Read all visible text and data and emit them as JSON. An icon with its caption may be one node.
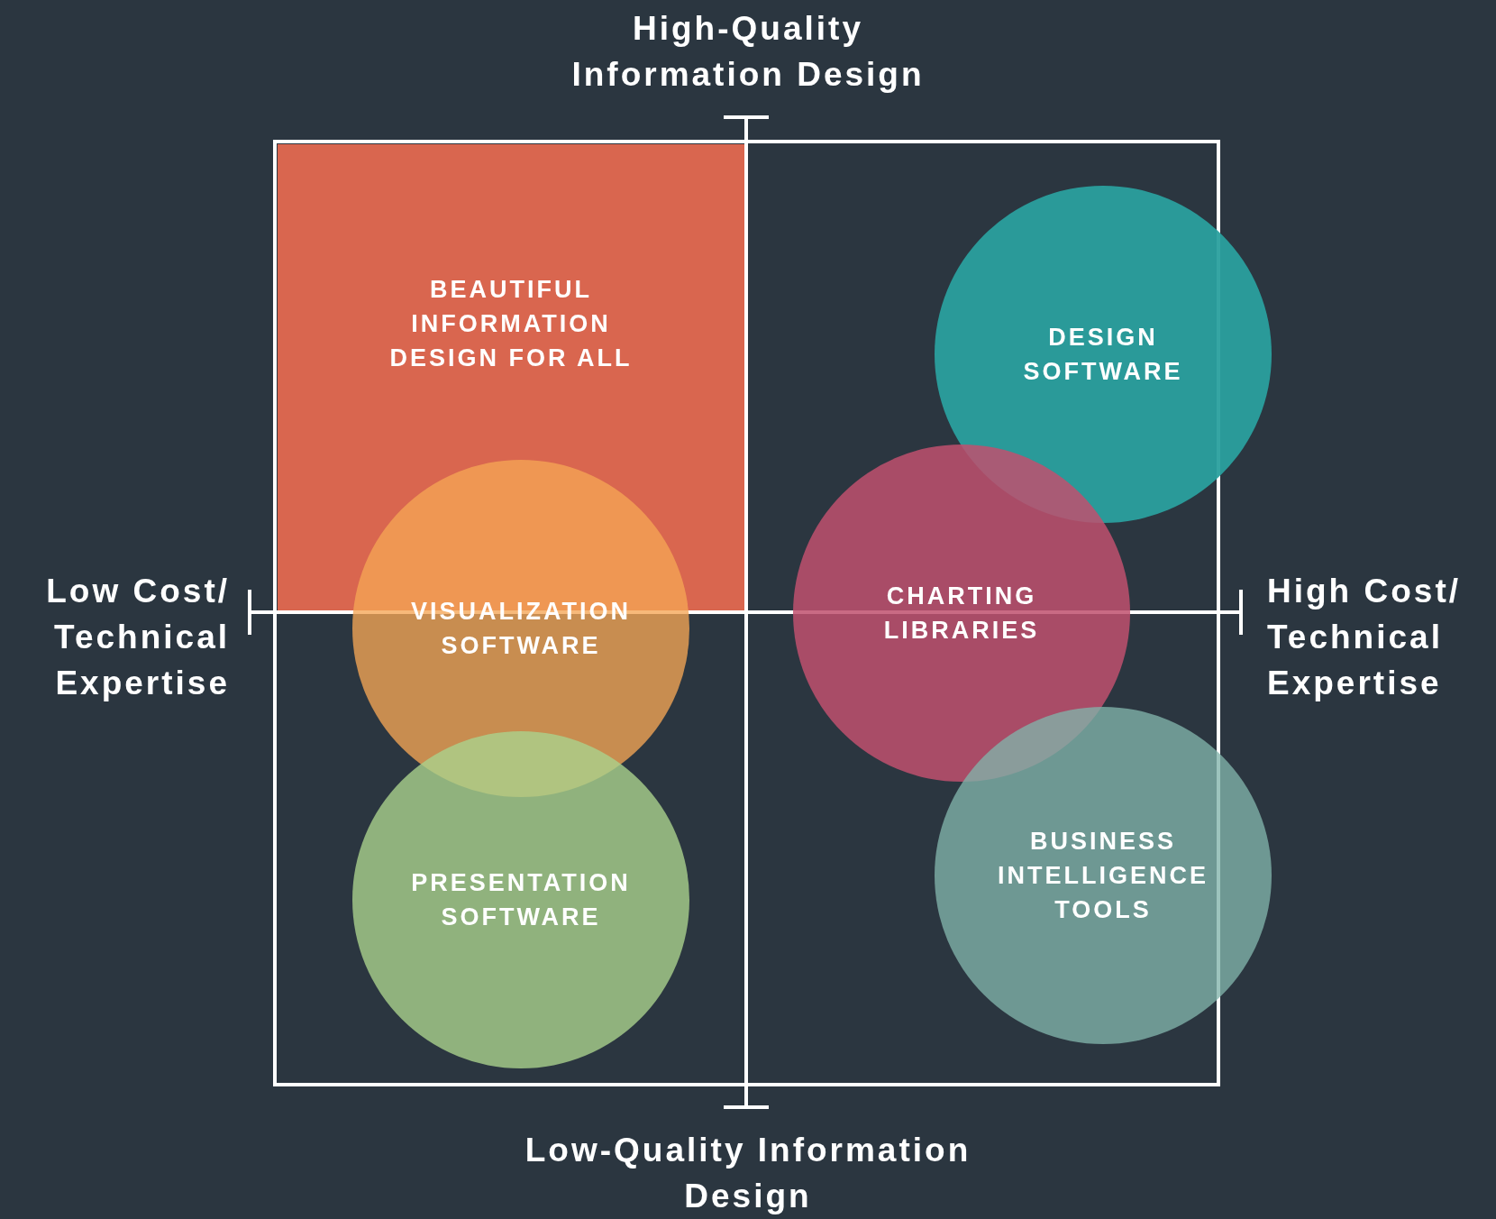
{
  "diagram": {
    "nodes": [
      {
        "text": [
          "BEAUTIFUL INFORMATION DESIGN FOR ALL"
        ]
      },
      {
        "text": [
          "DESIGN SOFTWARE"
        ]
      },
      {
        "text": [
          "CHARTING LIBRARIES"
        ]
      },
      {
        "text": [
          "VISUALIZATION SOFTWARE"
        ]
      },
      {
        "text": [
          "PRESENTATION SOFTWARE"
        ]
      },
      {
        "text": [
          "BUSINESS INTELLIGENCE TOOLS"
        ]
      }
    ],
    "labels": [
      "High-Quality Information Design",
      "Low Cost/ Technical Expertise",
      "High Cost/ Technical Expertise",
      "Low-Quality Information Design"
    ]
  }
}
